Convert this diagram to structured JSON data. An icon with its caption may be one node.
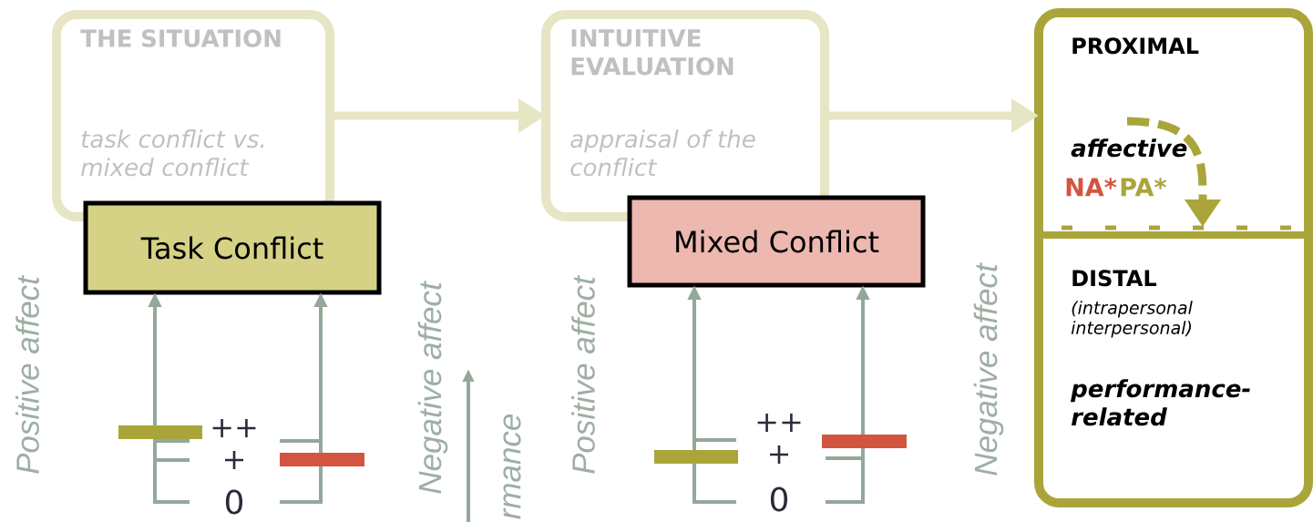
{
  "diagram": {
    "nodes": [
      {
        "text": [
          "THE SITUATION",
          "task conflict vs. mixed conflict"
        ]
      },
      {
        "text": [
          "INTUITIVE EVALUATION",
          "appraisal of the conflict"
        ]
      },
      {
        "text": [],
        "shape": "box"
      },
      {
        "text": [
          "PROXIMAL",
          "affective",
          "NA*",
          "PA*"
        ],
        "in": 2
      },
      {
        "text": [
          "DISTAL",
          "(intrapersonal interpersonal)",
          "performance-related"
        ],
        "in": 2
      },
      {
        "text": [
          "Task Conflict"
        ]
      },
      {
        "text": [
          "Mixed Conflict"
        ]
      },
      {
        "text": [],
        "shape": "bar"
      },
      {
        "text": [],
        "shape": "bar"
      },
      {
        "text": [],
        "shape": "bar"
      },
      {
        "text": [],
        "shape": "bar"
      }
    ],
    "edges": [
      {
        "from": 0,
        "to": 1,
        "arrow": "to",
        "style": "thick",
        "color": "#e6e5c4"
      },
      {
        "from": 1,
        "to": 2,
        "arrow": "to",
        "style": "thick",
        "color": "#e6e5c4"
      },
      {
        "from": 3,
        "to": 4,
        "arrow": "to",
        "style": "dashed",
        "color": "#aaa53a"
      },
      {
        "from": 7,
        "to": 5,
        "arrow": "to",
        "color": "#94a89a"
      },
      {
        "from": 8,
        "to": 5,
        "arrow": "to",
        "color": "#94a89a"
      },
      {
        "from": 9,
        "to": 6,
        "arrow": "to",
        "color": "#94a89a"
      },
      {
        "from": 10,
        "to": 6,
        "arrow": "to",
        "color": "#94a89a"
      }
    ],
    "labels": [
      "Positive affect",
      "++",
      "+",
      "0",
      "Negative affect",
      "rmance",
      "Positive affect",
      "++",
      "+",
      "0",
      "Negative affect"
    ]
  }
}
